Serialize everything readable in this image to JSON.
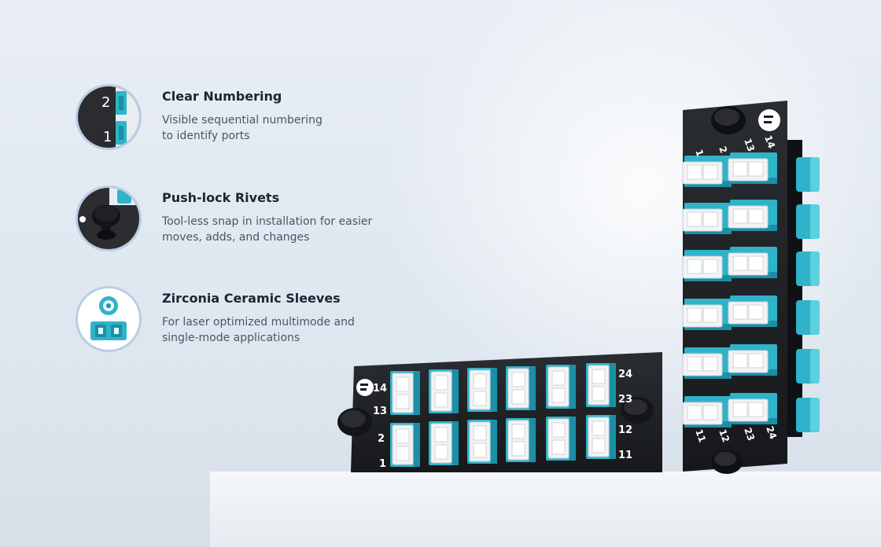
{
  "features": [
    {
      "title": "Clear Numbering",
      "desc_line1": "Visible sequential numbering",
      "desc_line2": "to identify ports",
      "thumb_numbers": [
        "2",
        "1"
      ],
      "icon": "numbering-closeup-icon"
    },
    {
      "title": "Push-lock Rivets",
      "desc_line1": "Tool-less snap in installation for easier",
      "desc_line2": "moves, adds, and changes",
      "icon": "push-lock-rivet-icon"
    },
    {
      "title": "Zirconia Ceramic Sleeves",
      "desc_line1": "For laser optimized multimode and",
      "desc_line2": "single-mode applications",
      "icon": "ceramic-sleeve-icon"
    }
  ],
  "horizontal_panel": {
    "left_labels": [
      "14",
      "13",
      "2",
      "1"
    ],
    "right_labels": [
      "24",
      "23",
      "12",
      "11"
    ]
  },
  "vertical_panel": {
    "top_labels": [
      "1",
      "2",
      "13",
      "14"
    ],
    "bottom_labels": [
      "11",
      "12",
      "23",
      "24"
    ]
  },
  "colors": {
    "aqua": "#2fb3c9",
    "aqua_dark": "#1b8fa6",
    "panel_black": "#1b1d20",
    "dust_cap": "#f2f3f5"
  }
}
